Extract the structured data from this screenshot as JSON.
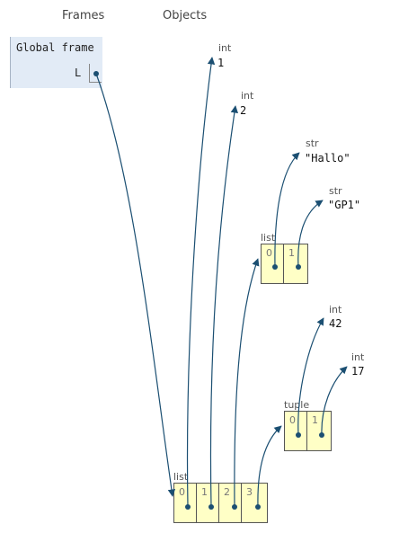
{
  "headers": {
    "frames": "Frames",
    "objects": "Objects"
  },
  "global_frame": {
    "title": "Global frame",
    "variables": [
      {
        "name": "L"
      }
    ]
  },
  "objects": {
    "int_1": {
      "type": "int",
      "value": "1"
    },
    "int_2": {
      "type": "int",
      "value": "2"
    },
    "str_hallo": {
      "type": "str",
      "value": "\"Hallo\""
    },
    "str_gp1": {
      "type": "str",
      "value": "\"GP1\""
    },
    "inner_list": {
      "type": "list",
      "indices": [
        "0",
        "1"
      ]
    },
    "int_42": {
      "type": "int",
      "value": "42"
    },
    "int_17": {
      "type": "int",
      "value": "17"
    },
    "tuple": {
      "type": "tuple",
      "indices": [
        "0",
        "1"
      ]
    },
    "main_list": {
      "type": "list",
      "indices": [
        "0",
        "1",
        "2",
        "3"
      ]
    }
  },
  "colors": {
    "arrow": "#1b4f72",
    "frame_bg": "#e2ebf6",
    "heap_bg": "#ffffc6"
  }
}
